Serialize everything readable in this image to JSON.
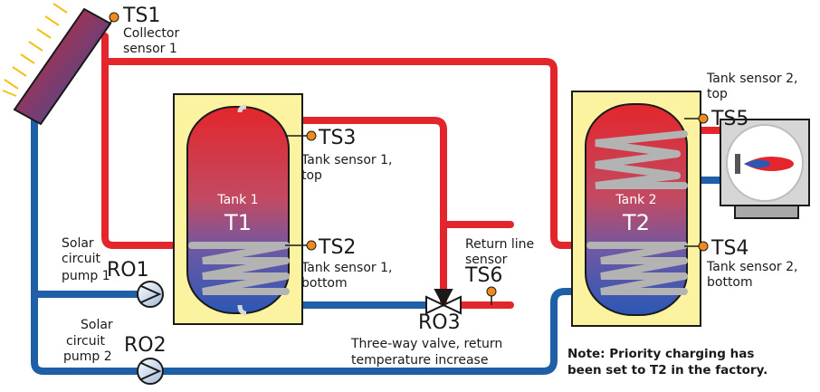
{
  "colors": {
    "hot_pipe": "#e3262c",
    "cold_pipe": "#1f5fa8",
    "tank_housing": "#fbf3a0",
    "sensor": "#f08a1c",
    "coil": "#b3b3b3"
  },
  "collector": {
    "icon": "solar-collector-icon"
  },
  "sensors": {
    "ts1": {
      "code": "TS1",
      "desc_line1": "Collector",
      "desc_line2": "sensor 1"
    },
    "ts2": {
      "code": "TS2",
      "desc_line1": "Tank sensor 1,",
      "desc_line2": "bottom"
    },
    "ts3": {
      "code": "TS3",
      "desc_line1": "Tank sensor 1,",
      "desc_line2": "top"
    },
    "ts4": {
      "code": "TS4",
      "desc_line1": "Tank sensor 2,",
      "desc_line2": "bottom"
    },
    "ts5": {
      "code": "TS5",
      "desc_line1": "Tank sensor 2,",
      "desc_line2": "top"
    },
    "ts6": {
      "code": "TS6",
      "desc_line1": "Return line",
      "desc_line2": "sensor"
    }
  },
  "tanks": {
    "t1": {
      "name": "Tank 1",
      "code": "T1"
    },
    "t2": {
      "name": "Tank 2",
      "code": "T2"
    }
  },
  "pumps": {
    "ro1": {
      "code": "RO1",
      "desc_line1": "Solar",
      "desc_line2": "circuit",
      "desc_line3": "pump 1"
    },
    "ro2": {
      "code": "RO2",
      "desc_line1": "Solar",
      "desc_line2": "circuit",
      "desc_line3": "pump 2"
    }
  },
  "valve": {
    "code": "RO3",
    "desc_line1": "Three-way valve, return",
    "desc_line2": "temperature increase"
  },
  "boiler": {
    "icon": "heater-burner-icon"
  },
  "note": {
    "line1": "Note: Priority charging has",
    "line2": "been set to T2 in the factory."
  }
}
